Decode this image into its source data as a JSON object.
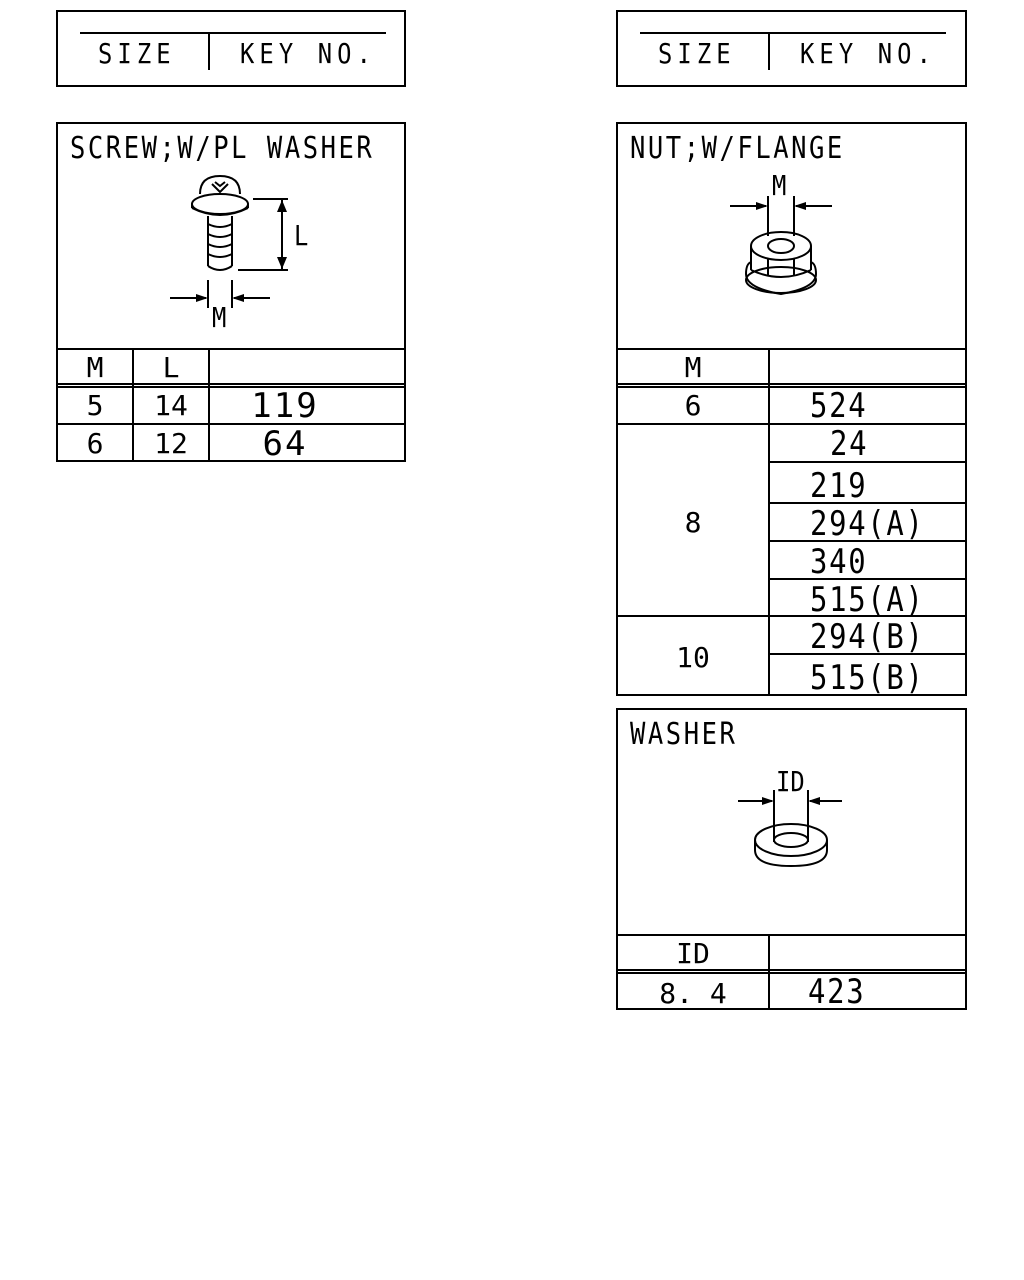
{
  "headers": {
    "left": {
      "size_label": "SIZE",
      "key_label": "KEY NO."
    },
    "right": {
      "size_label": "SIZE",
      "key_label": "KEY NO."
    }
  },
  "screw": {
    "title": "SCREW;W/PL WASHER",
    "dim_length": "L",
    "dim_diameter": "M",
    "icon": "screw-with-washer-icon",
    "columns": [
      "M",
      "L",
      ""
    ],
    "rows": [
      {
        "m": "5",
        "l": "14",
        "key": "119"
      },
      {
        "m": "6",
        "l": "12",
        "key": "64"
      }
    ]
  },
  "nut": {
    "title": "NUT;W/FLANGE",
    "dim_diameter": "M",
    "icon": "flange-nut-icon",
    "columns": [
      "M",
      ""
    ],
    "groups": [
      {
        "m": "6",
        "keys": [
          "524"
        ]
      },
      {
        "m": "8",
        "keys": [
          "24",
          "219",
          "294(A)",
          "340",
          "515(A)"
        ]
      },
      {
        "m": "10",
        "keys": [
          "294(B)",
          "515(B)"
        ]
      }
    ]
  },
  "washer": {
    "title": "WASHER",
    "dim_diameter": "ID",
    "icon": "washer-icon",
    "columns": [
      "ID",
      ""
    ],
    "rows": [
      {
        "id": "8. 4",
        "key": "423"
      }
    ]
  }
}
